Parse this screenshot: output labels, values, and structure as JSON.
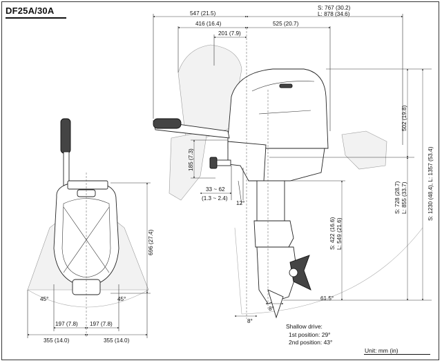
{
  "title": "DF25A/30A",
  "dimensions": {
    "overall_length": "S: 767 (30.2)\nL: 878 (34.6)",
    "overall_length_s": "S: 767 (30.2)",
    "overall_length_l": "L: 878 (34.6)",
    "top_547": "547 (21.5)",
    "top_416": "416 (16.4)",
    "top_201": "201 (7.9)",
    "top_525": "525 (20.7)",
    "right_502": "502 (19.8)",
    "right_1230": "S: 1230 (48.4), L: 1357 (53.4)",
    "right_728": "S: 728 (28.7)\nL: 855 (33.7)",
    "right_728_s": "S: 728 (28.7)",
    "right_728_l": "L: 855 (33.7)",
    "mid_422": "S: 422 (16.6)",
    "mid_549": "L: 549 (21.6)",
    "clamp_185": "185 (7.3)",
    "clamp_33": "33 ~ 62",
    "clamp_13": "(1.3 ~ 2.4)",
    "angle_12": "12°",
    "front_696": "696 (27.4)",
    "front_45_left": "45°",
    "front_45_right": "45°",
    "front_197_left": "197 (7.8)",
    "front_197_right": "197 (7.8)",
    "front_355_left": "355 (14.0)",
    "front_355_right": "355 (14.0)",
    "tilt_8_a": "8°",
    "tilt_8_b": "8°",
    "tilt_615": "61.5°"
  },
  "notes": {
    "shallow_title": "Shallow drive:",
    "shallow_1": "1st position:  29°",
    "shallow_2": "2nd position:  43°",
    "unit": "Unit: mm (in)"
  }
}
